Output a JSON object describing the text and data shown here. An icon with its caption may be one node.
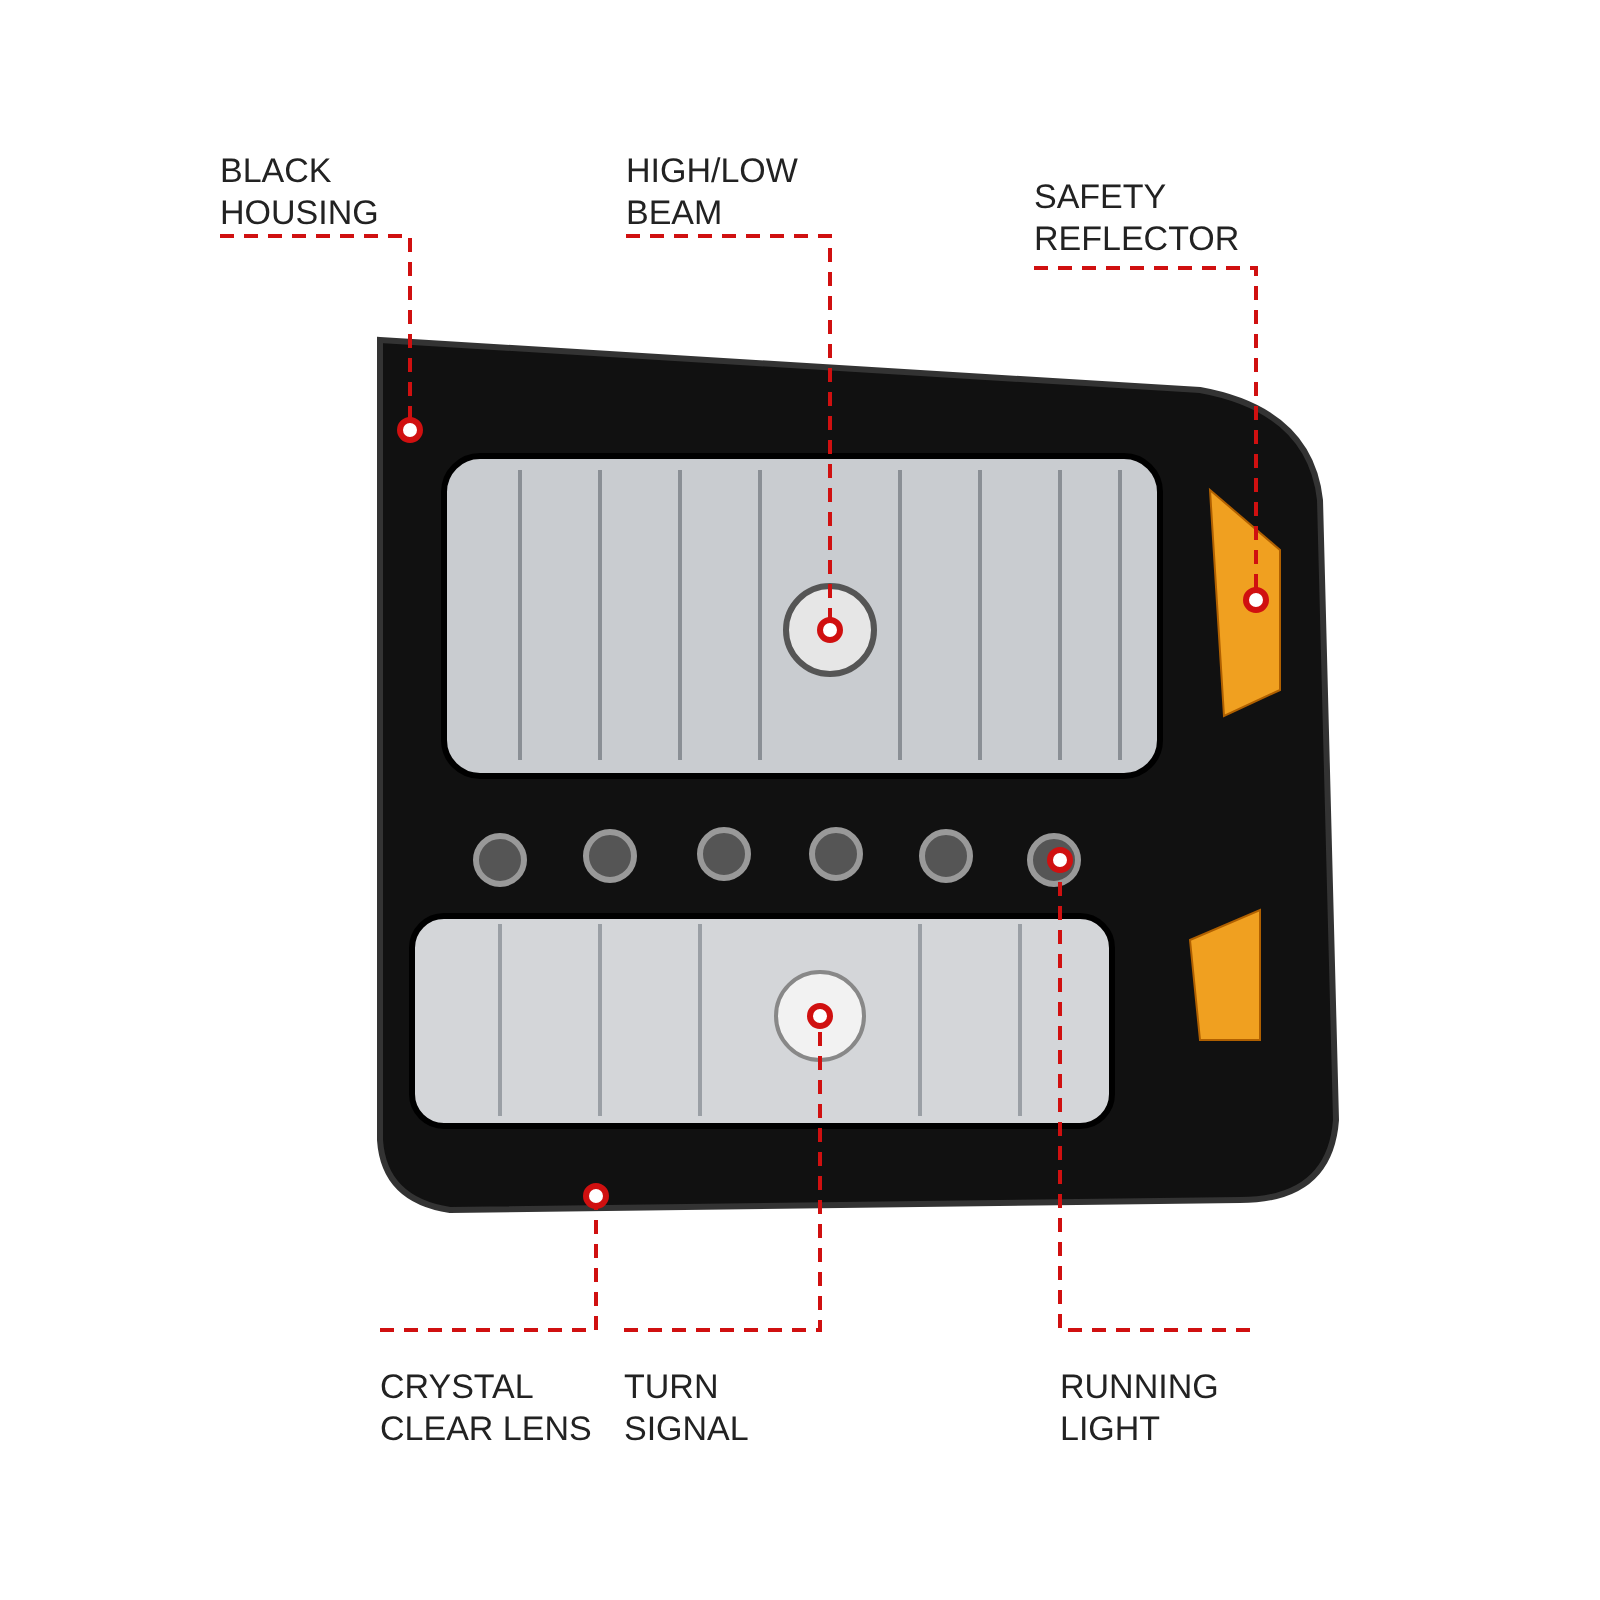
{
  "diagram": {
    "nodes": [
      {
        "text": [
          "BLACK HOUSING"
        ]
      },
      {
        "text": [
          "HIGH/LOW BEAM"
        ]
      },
      {
        "text": [
          "SAFETY REFLECTOR"
        ]
      },
      {
        "text": [
          "CRYSTAL CLEAR LENS"
        ]
      },
      {
        "text": [
          "TURN SIGNAL"
        ]
      },
      {
        "text": [
          "RUNNING LIGHT"
        ]
      }
    ],
    "edges": [
      {
        "from": 0,
        "to": null,
        "arrow": "other",
        "style": "dashed"
      },
      {
        "from": 1,
        "to": null,
        "arrow": "other",
        "style": "dashed"
      },
      {
        "from": 2,
        "to": null,
        "arrow": "other",
        "style": "dashed"
      },
      {
        "from": 3,
        "to": null,
        "arrow": "other",
        "style": "dashed"
      },
      {
        "from": 4,
        "to": null,
        "arrow": "other",
        "style": "dashed"
      },
      {
        "from": 5,
        "to": null,
        "arrow": "other",
        "style": "dashed"
      }
    ]
  }
}
